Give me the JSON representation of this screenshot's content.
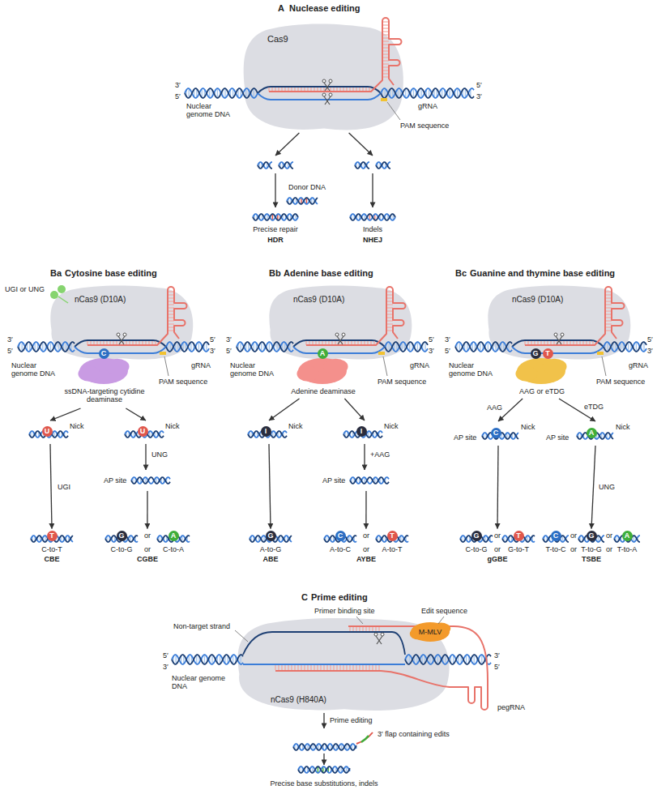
{
  "diagram": {
    "nodes": [
      {
        "text": [
          "Cas9"
        ]
      },
      {
        "text": [
          "Precise repair",
          "HDR"
        ]
      },
      {
        "text": [
          "Indels",
          "NHEJ"
        ]
      },
      {
        "text": [
          "nCas9 (D10A)"
        ]
      },
      {
        "text": [
          "C"
        ],
        "in": 3
      },
      {
        "text": [
          "ssDNA-targeting cytidine deaminase"
        ]
      },
      {
        "text": [
          "Nick"
        ]
      },
      {
        "text": [
          "U"
        ],
        "in": 6
      },
      {
        "text": [
          "Nick"
        ]
      },
      {
        "text": [
          "U"
        ],
        "in": 8
      },
      {
        "text": [
          "AP site"
        ]
      },
      {
        "text": [
          "C-to-T",
          "CBE"
        ]
      },
      {
        "text": [
          "T"
        ],
        "in": 11
      },
      {
        "text": [
          "or",
          "C-to-G",
          "or",
          "C-to-A",
          "CGBE"
        ]
      },
      {
        "text": [
          "G"
        ],
        "in": 13
      },
      {
        "text": [
          "A"
        ],
        "in": 13
      },
      {
        "text": [
          "nCas9 (D10A)"
        ]
      },
      {
        "text": [
          "A"
        ],
        "in": 16
      },
      {
        "text": [
          "Adenine deaminase"
        ]
      },
      {
        "text": [
          "Nick"
        ]
      },
      {
        "text": [
          "I"
        ],
        "in": 19
      },
      {
        "text": [
          "Nick"
        ]
      },
      {
        "text": [
          "I"
        ],
        "in": 21
      },
      {
        "text": [
          "AP site"
        ]
      },
      {
        "text": [
          "A-to-G",
          "ABE"
        ]
      },
      {
        "text": [
          "G"
        ],
        "in": 24
      },
      {
        "text": [
          "or",
          "A-to-C",
          "or",
          "A-to-T",
          "AYBE"
        ]
      },
      {
        "text": [
          "C"
        ],
        "in": 26
      },
      {
        "text": [
          "T"
        ],
        "in": 26
      },
      {
        "text": [
          "nCas9 (D10A)"
        ]
      },
      {
        "text": [
          "G"
        ],
        "in": 29
      },
      {
        "text": [
          "T"
        ],
        "in": 29
      },
      {
        "text": [
          "AAG or eTDG"
        ]
      },
      {
        "text": [
          "Nick",
          "AP site"
        ]
      },
      {
        "text": [
          "C"
        ],
        "in": 33
      },
      {
        "text": [
          "Nick",
          "AP site"
        ]
      },
      {
        "text": [
          "A"
        ],
        "in": 35
      },
      {
        "text": [
          "or",
          "C-to-G",
          "or",
          "G-to-T",
          "gGBE"
        ]
      },
      {
        "text": [
          "G"
        ],
        "in": 37
      },
      {
        "text": [
          "T"
        ],
        "in": 37
      },
      {
        "text": [
          "or",
          "or",
          "T-to-C",
          "or",
          "T-to-G",
          "or",
          "T-to-A",
          "TSBE"
        ]
      },
      {
        "text": [
          "C"
        ],
        "in": 40
      },
      {
        "text": [
          "G"
        ],
        "in": 40
      },
      {
        "text": [
          "A"
        ],
        "in": 40
      },
      {
        "text": [
          "nCas9 (H840A)"
        ]
      },
      {
        "text": [
          "M-MLV"
        ],
        "in": 44
      },
      {
        "text": [
          "3′ flap containing edits"
        ]
      },
      {
        "text": [
          "Precise base substitutions, indels"
        ]
      }
    ],
    "edges": [
      {
        "from": 0,
        "to": 1,
        "arrow": "to"
      },
      {
        "from": 0,
        "to": 2,
        "arrow": "to"
      },
      {
        "from": 5,
        "to": 6,
        "arrow": "to"
      },
      {
        "from": 5,
        "to": 8,
        "arrow": "to"
      },
      {
        "from": 6,
        "to": 11,
        "arrow": "to",
        "label": "UGI"
      },
      {
        "from": 8,
        "to": 10,
        "arrow": "to",
        "label": "UNG"
      },
      {
        "from": 10,
        "to": 13,
        "arrow": "to"
      },
      {
        "from": 18,
        "to": 19,
        "arrow": "to"
      },
      {
        "from": 18,
        "to": 21,
        "arrow": "to"
      },
      {
        "from": 19,
        "to": 24,
        "arrow": "to"
      },
      {
        "from": 21,
        "to": 23,
        "arrow": "to",
        "label": "+AAG"
      },
      {
        "from": 23,
        "to": 26,
        "arrow": "to"
      },
      {
        "from": 32,
        "to": 33,
        "arrow": "to",
        "label": "AAG"
      },
      {
        "from": 32,
        "to": 35,
        "arrow": "to",
        "label": "eTDG"
      },
      {
        "from": 33,
        "to": 37,
        "arrow": "to"
      },
      {
        "from": 35,
        "to": 40,
        "arrow": "to",
        "label": "UNG"
      },
      {
        "from": 44,
        "to": 46,
        "arrow": "to",
        "label": "Prime editing"
      },
      {
        "from": 46,
        "to": 47,
        "arrow": "to"
      }
    ],
    "labels": [
      "A",
      "Nuclease editing",
      "3′",
      "5′",
      "5′",
      "3′",
      "Nuclear genome DNA",
      "gRNA",
      "PAM sequence",
      "Donor DNA",
      "Ba",
      "Cytosine base editing",
      "UGI or UNG",
      "3′",
      "5′",
      "5′",
      "3′",
      "gRNA",
      "Nuclear genome DNA",
      "PAM sequence",
      "Bb",
      "Adenine base editing",
      "3′",
      "5′",
      "5′",
      "3′",
      "gRNA",
      "Nuclear genome DNA",
      "PAM sequence",
      "Bc",
      "Guanine and thymine base editing",
      "3′",
      "5′",
      "5′",
      "3′",
      "gRNA",
      "Nuclear genome DNA",
      "PAM sequence",
      "C",
      "Prime editing",
      "Primer binding site",
      "Edit sequence",
      "Non-target strand",
      "5′",
      "3′",
      "3′",
      "5′",
      "Nuclear genome DNA",
      "pegRNA"
    ]
  }
}
